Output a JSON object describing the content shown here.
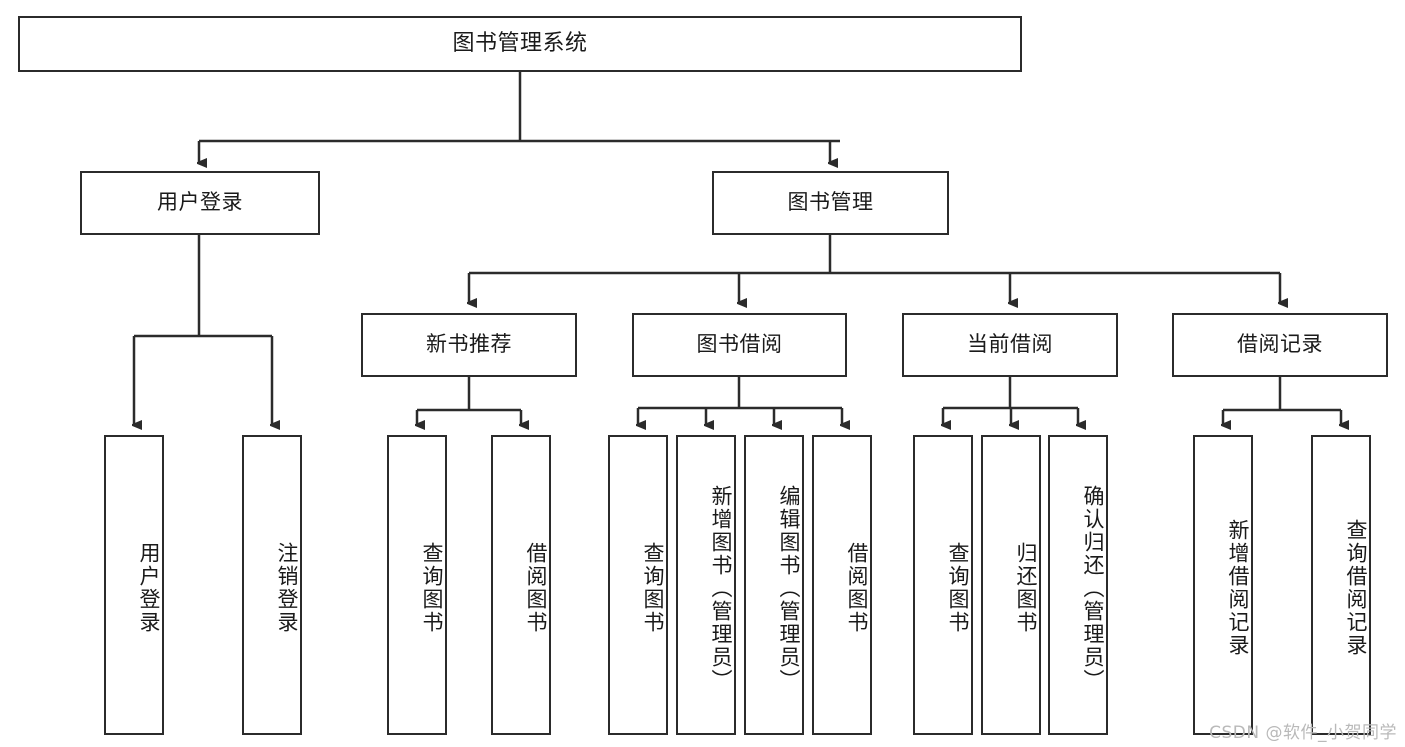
{
  "diagram": {
    "title": "图书管理系统",
    "style": {
      "stroke": "#2b2b2b",
      "fill": "#ffffff",
      "text": "#1a1a1a",
      "watermark_color": "#b9b9b9"
    },
    "levels": {
      "root": {
        "label": "图书管理系统"
      },
      "level1": [
        {
          "id": "user-login",
          "label": "用户登录"
        },
        {
          "id": "book-management",
          "label": "图书管理"
        }
      ],
      "level2": [
        {
          "id": "new-book-recommend",
          "label": "新书推荐"
        },
        {
          "id": "book-borrow",
          "label": "图书借阅"
        },
        {
          "id": "current-borrow",
          "label": "当前借阅"
        },
        {
          "id": "borrow-record",
          "label": "借阅记录"
        }
      ],
      "leaves": {
        "user-login": [
          {
            "id": "leaf-user-login",
            "label": "用户登录"
          },
          {
            "id": "leaf-user-logout",
            "label": "注销登录"
          }
        ],
        "new-book-recommend": [
          {
            "id": "leaf-query-book-1",
            "label": "查询图书"
          },
          {
            "id": "leaf-borrow-book-1",
            "label": "借阅图书"
          }
        ],
        "book-borrow": [
          {
            "id": "leaf-query-book-2",
            "label": "查询图书"
          },
          {
            "id": "leaf-add-book",
            "label": "新增图书（管理员）"
          },
          {
            "id": "leaf-edit-book",
            "label": "编辑图书（管理员）"
          },
          {
            "id": "leaf-borrow-book-2",
            "label": "借阅图书"
          }
        ],
        "current-borrow": [
          {
            "id": "leaf-query-book-3",
            "label": "查询图书"
          },
          {
            "id": "leaf-return-book",
            "label": "归还图书"
          },
          {
            "id": "leaf-confirm-return",
            "label": "确认归还（管理员）"
          }
        ],
        "borrow-record": [
          {
            "id": "leaf-add-record",
            "label": "新增借阅记录"
          },
          {
            "id": "leaf-query-record",
            "label": "查询借阅记录"
          }
        ]
      }
    }
  },
  "watermark": {
    "text": "CSDN @软件_小贺同学"
  }
}
